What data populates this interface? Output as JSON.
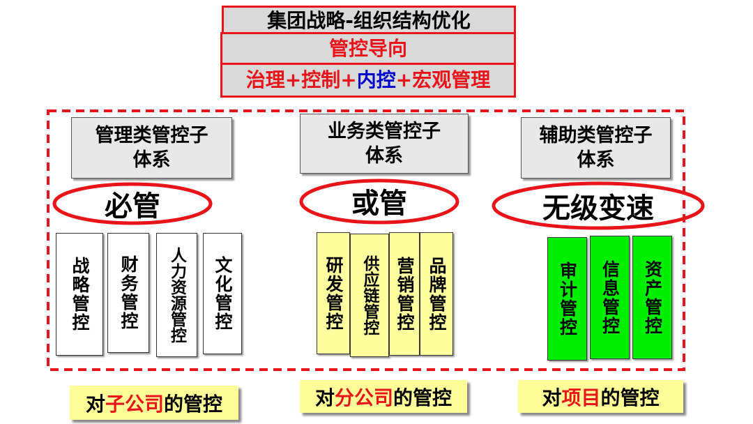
{
  "header": {
    "title": "集团战略-组织结构优化",
    "subtitle": "管控导向",
    "formula": [
      {
        "t": "治理",
        "c": "red"
      },
      {
        "t": "+",
        "c": "red"
      },
      {
        "t": "控制",
        "c": "red"
      },
      {
        "t": "+",
        "c": "red"
      },
      {
        "t": "内控",
        "c": "blue"
      },
      {
        "t": "+",
        "c": "red"
      },
      {
        "t": "宏观管理",
        "c": "red"
      }
    ]
  },
  "colors": {
    "accent_red": "#e8141a",
    "blue": "#0000cc",
    "yellow": "#ffffa0",
    "green": "#00ee00",
    "gray": "#e8e8e8"
  },
  "groups": [
    {
      "title_1": "管理类管控子",
      "title_2": "体系",
      "mode": "必管",
      "items": [
        "战略管控",
        "财务管控",
        "人力资源管控",
        "文化管控"
      ],
      "target": [
        {
          "t": "对",
          "c": "black"
        },
        {
          "t": "子公司",
          "c": "red"
        },
        {
          "t": "的管控",
          "c": "black"
        }
      ]
    },
    {
      "title_1": "业务类管控子",
      "title_2": "体系",
      "mode": "或管",
      "items": [
        "研发管控",
        "供应链管控",
        "营销管控",
        "品牌管控"
      ],
      "target": [
        {
          "t": "对",
          "c": "black"
        },
        {
          "t": "分公司",
          "c": "red"
        },
        {
          "t": "的管控",
          "c": "black"
        }
      ]
    },
    {
      "title_1": "辅助类管控子",
      "title_2": "体系",
      "mode": "无级变速",
      "items": [
        "审计管控",
        "信息管控",
        "资产管控"
      ],
      "target": [
        {
          "t": "对",
          "c": "black"
        },
        {
          "t": "项目",
          "c": "red"
        },
        {
          "t": "的管控",
          "c": "black"
        }
      ]
    }
  ]
}
